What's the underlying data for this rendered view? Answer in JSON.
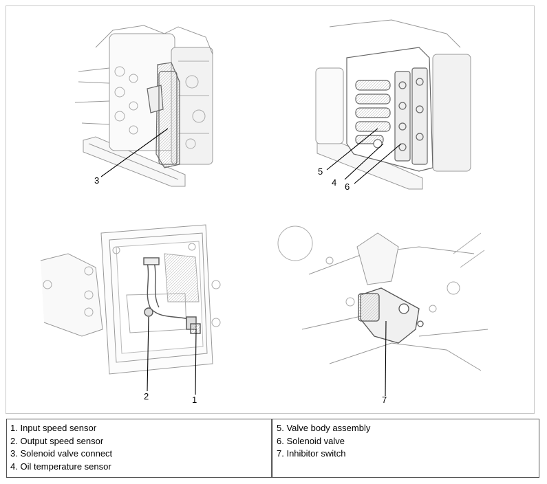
{
  "callouts": {
    "c1": "1",
    "c2": "2",
    "c3": "3",
    "c4": "4",
    "c5": "5",
    "c6": "6",
    "c7": "7"
  },
  "legend": {
    "left": [
      "1. Input speed sensor",
      "2. Output speed sensor",
      "3. Solenoid valve connect",
      "4. Oil temperature sensor"
    ],
    "right": [
      "5. Valve body assembly",
      "6. Solenoid valve",
      "7. Inhibitor switch"
    ]
  }
}
